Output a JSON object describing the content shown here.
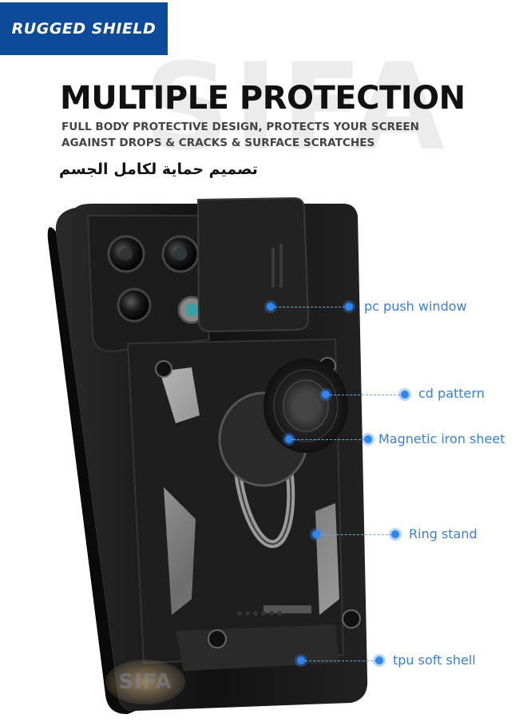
{
  "badge": {
    "text": "RUGGED SHIELD",
    "color": "#0d4a9a"
  },
  "watermark": {
    "text": "SIFA"
  },
  "headline": "MULTIPLE PROTECTION",
  "subheadline": {
    "line1": "FULL BODY PROTECTIVE DESIGN, PROTECTS YOUR SCREEN",
    "line2": "AGAINST DROPS & CRACKS & SURFACE SCRATCHES"
  },
  "arabic_text": "تصميم حماية لكامل الجسم",
  "callouts": [
    {
      "label": "pc push window"
    },
    {
      "label": "cd pattern"
    },
    {
      "label": "Magnetic iron sheet"
    },
    {
      "label": "Ring stand"
    },
    {
      "label": "tpu soft shell"
    }
  ],
  "logo": {
    "text": "SIFA"
  },
  "colors": {
    "accent": "#2f86f0",
    "label": "#3a7fd4",
    "case": "#1a1a1a",
    "frame": "#8c8c8c"
  }
}
